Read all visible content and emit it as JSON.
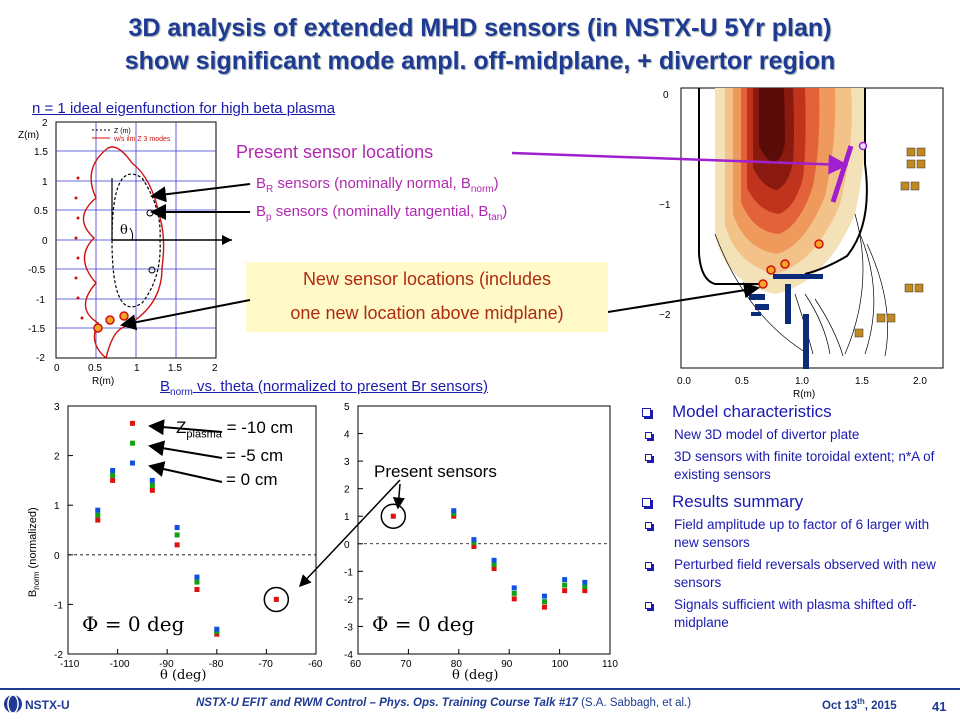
{
  "title": {
    "line1": "3D analysis of extended MHD sensors (in NSTX-U 5Yr plan)",
    "line2": "show significant mode ampl. off-midplane, + divertor region"
  },
  "eigen_label": "n = 1 ideal eigenfunction for high beta plasma",
  "present_sensor_locations": "Present sensor locations",
  "br_sensors": {
    "pre": "B",
    "sub": "R",
    "mid": " sensors (nominally normal, B",
    "sub2": "norm",
    "post": ")"
  },
  "bp_sensors": {
    "pre": "B",
    "sub": "p",
    "mid": " sensors (nominally tangential, B",
    "sub2": "tan",
    "post": ")"
  },
  "new_sensor": {
    "line1": "New sensor locations (includes",
    "line2": "one new location above midplane)"
  },
  "bnorm_label": {
    "pre": "B",
    "sub": "norm",
    "post": " vs. theta (normalized to present Br sensors)"
  },
  "zplasma": {
    "pre": "Z",
    "sub": "plasma",
    "post": " = -10 cm"
  },
  "z_minus5": "= -5 cm",
  "z_zero": "= 0 cm",
  "present_sensors": "Present sensors",
  "phi_left": "Φ = 0 deg",
  "phi_right": "Φ = 0 deg",
  "theta_left": "θ (deg)",
  "theta_right": "θ (deg)",
  "theta_symbol": "θ",
  "ylabel": {
    "pre": "B",
    "sub": "norm",
    "post": " (normalized)"
  },
  "small_plot": {
    "zlabel": "Z(m)",
    "rlabel": "R(m)",
    "legend1": "Z (m)",
    "legend2": "w/s ilm Z 3 modes",
    "yticks": [
      "2",
      "1.5",
      "1",
      "0.5",
      "0",
      "-0.5",
      "-1",
      "-1.5",
      "-2"
    ],
    "xticks": [
      "0",
      "0.5",
      "1",
      "1.5",
      "2"
    ]
  },
  "right_plot": {
    "xlabel": "R(m)",
    "xticks": [
      "0.0",
      "0.5",
      "1.0",
      "1.5",
      "2.0"
    ],
    "yticks": [
      "0",
      "−1",
      "−2"
    ]
  },
  "bullets": {
    "model": "Model characteristics",
    "model_items": [
      "New 3D model of divertor plate",
      "3D sensors with finite toroidal extent; n*A of existing sensors"
    ],
    "results": "Results summary",
    "results_items": [
      "Field amplitude up to factor of 6 larger with new sensors",
      "Perturbed field reversals observed with new sensors",
      "Signals sufficient with plasma shifted off-midplane"
    ]
  },
  "footer": {
    "logo": "NSTX-U",
    "talk": "NSTX-U EFIT and RWM Control – Phys. Ops. Training Course Talk #17",
    "authors": " (S.A. Sabbagh, et al.)",
    "date_pre": "Oct 13",
    "date_sup": "th",
    "date_post": ", 2015",
    "page": "41"
  },
  "chart_data": [
    {
      "type": "scatter",
      "title": "",
      "xlabel": "θ (deg)",
      "ylabel": "Bnorm (normalized)",
      "xlim": [
        -110,
        -60
      ],
      "ylim": [
        -2,
        3
      ],
      "xticks": [
        -110,
        -100,
        -90,
        -80,
        -70,
        -60
      ],
      "yticks": [
        -2,
        -1,
        0,
        1,
        2,
        3
      ],
      "series": [
        {
          "name": "Zplasma = -10 cm",
          "color": "#e01010",
          "points": [
            [
              -104,
              0.7
            ],
            [
              -101,
              1.5
            ],
            [
              -97,
              2.65
            ],
            [
              -93,
              1.3
            ],
            [
              -88,
              0.2
            ],
            [
              -84,
              -0.7
            ],
            [
              -80,
              -1.6
            ],
            [
              -68,
              -0.9
            ]
          ]
        },
        {
          "name": "= -5 cm",
          "color": "#10a010",
          "points": [
            [
              -104,
              0.8
            ],
            [
              -101,
              1.6
            ],
            [
              -97,
              2.25
            ],
            [
              -93,
              1.4
            ],
            [
              -88,
              0.4
            ],
            [
              -84,
              -0.55
            ],
            [
              -80,
              -1.55
            ]
          ]
        },
        {
          "name": "= 0 cm",
          "color": "#1050e0",
          "points": [
            [
              -104,
              0.9
            ],
            [
              -101,
              1.7
            ],
            [
              -97,
              1.85
            ],
            [
              -93,
              1.5
            ],
            [
              -88,
              0.55
            ],
            [
              -84,
              -0.45
            ],
            [
              -80,
              -1.5
            ]
          ]
        }
      ]
    },
    {
      "type": "scatter",
      "title": "",
      "xlabel": "θ (deg)",
      "ylabel": "",
      "xlim": [
        60,
        110
      ],
      "ylim": [
        -4,
        5
      ],
      "xticks": [
        60,
        70,
        80,
        90,
        100,
        110
      ],
      "yticks": [
        -4,
        -3,
        -2,
        -1,
        0,
        1,
        2,
        3,
        4,
        5
      ],
      "series": [
        {
          "name": "Zplasma = -10 cm",
          "color": "#e01010",
          "points": [
            [
              67,
              1.0
            ],
            [
              79,
              1.0
            ],
            [
              83,
              -0.1
            ],
            [
              87,
              -0.9
            ],
            [
              91,
              -2.0
            ],
            [
              97,
              -2.3
            ],
            [
              101,
              -1.7
            ],
            [
              105,
              -1.7
            ]
          ]
        },
        {
          "name": "= -5 cm",
          "color": "#10a010",
          "points": [
            [
              79,
              1.1
            ],
            [
              83,
              0.05
            ],
            [
              87,
              -0.75
            ],
            [
              91,
              -1.8
            ],
            [
              97,
              -2.1
            ],
            [
              101,
              -1.5
            ],
            [
              105,
              -1.55
            ]
          ]
        },
        {
          "name": "= 0 cm",
          "color": "#1050e0",
          "points": [
            [
              79,
              1.2
            ],
            [
              83,
              0.15
            ],
            [
              87,
              -0.6
            ],
            [
              91,
              -1.6
            ],
            [
              97,
              -1.9
            ],
            [
              101,
              -1.3
            ],
            [
              105,
              -1.4
            ]
          ]
        }
      ]
    }
  ]
}
